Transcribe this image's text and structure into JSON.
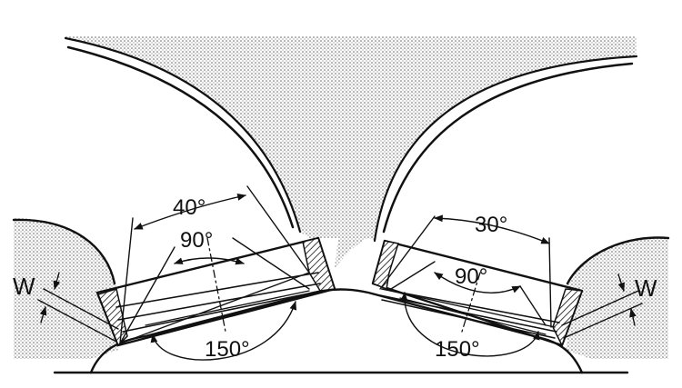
{
  "labels": {
    "left_angle_top": "40°",
    "left_angle_mid": "90°",
    "left_angle_bottom": "150°",
    "left_width": "W",
    "right_angle_top": "30°",
    "right_angle_mid": "90°",
    "right_angle_bottom": "150°",
    "right_width": "W"
  },
  "colors": {
    "ink": "#111111",
    "paper": "#ffffff"
  }
}
